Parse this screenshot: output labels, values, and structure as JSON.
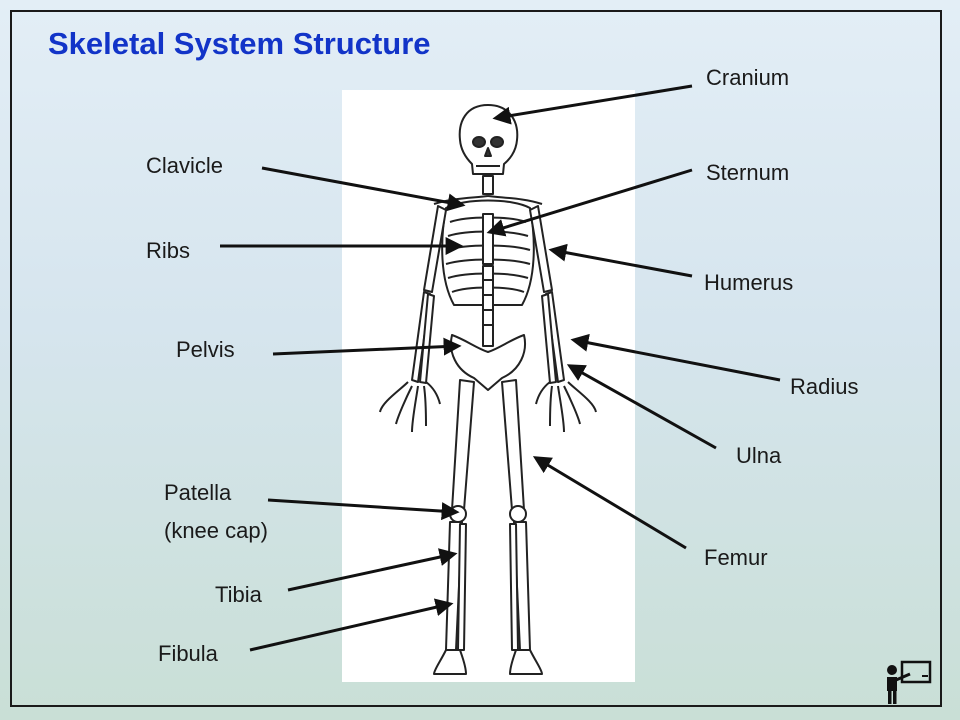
{
  "slide": {
    "title": "Skeletal System Structure"
  },
  "labels": {
    "cranium": "Cranium",
    "clavicle": "Clavicle",
    "sternum": "Sternum",
    "ribs": "Ribs",
    "humerus": "Humerus",
    "pelvis": "Pelvis",
    "radius": "Radius",
    "ulna": "Ulna",
    "patella_line1": "Patella",
    "patella_line2": "(knee cap)",
    "femur": "Femur",
    "tibia": "Tibia",
    "fibula": "Fibula"
  },
  "colors": {
    "title": "#1234c8",
    "text": "#1a1a1a"
  },
  "icons": {
    "teacher": "teacher-at-board-icon"
  }
}
